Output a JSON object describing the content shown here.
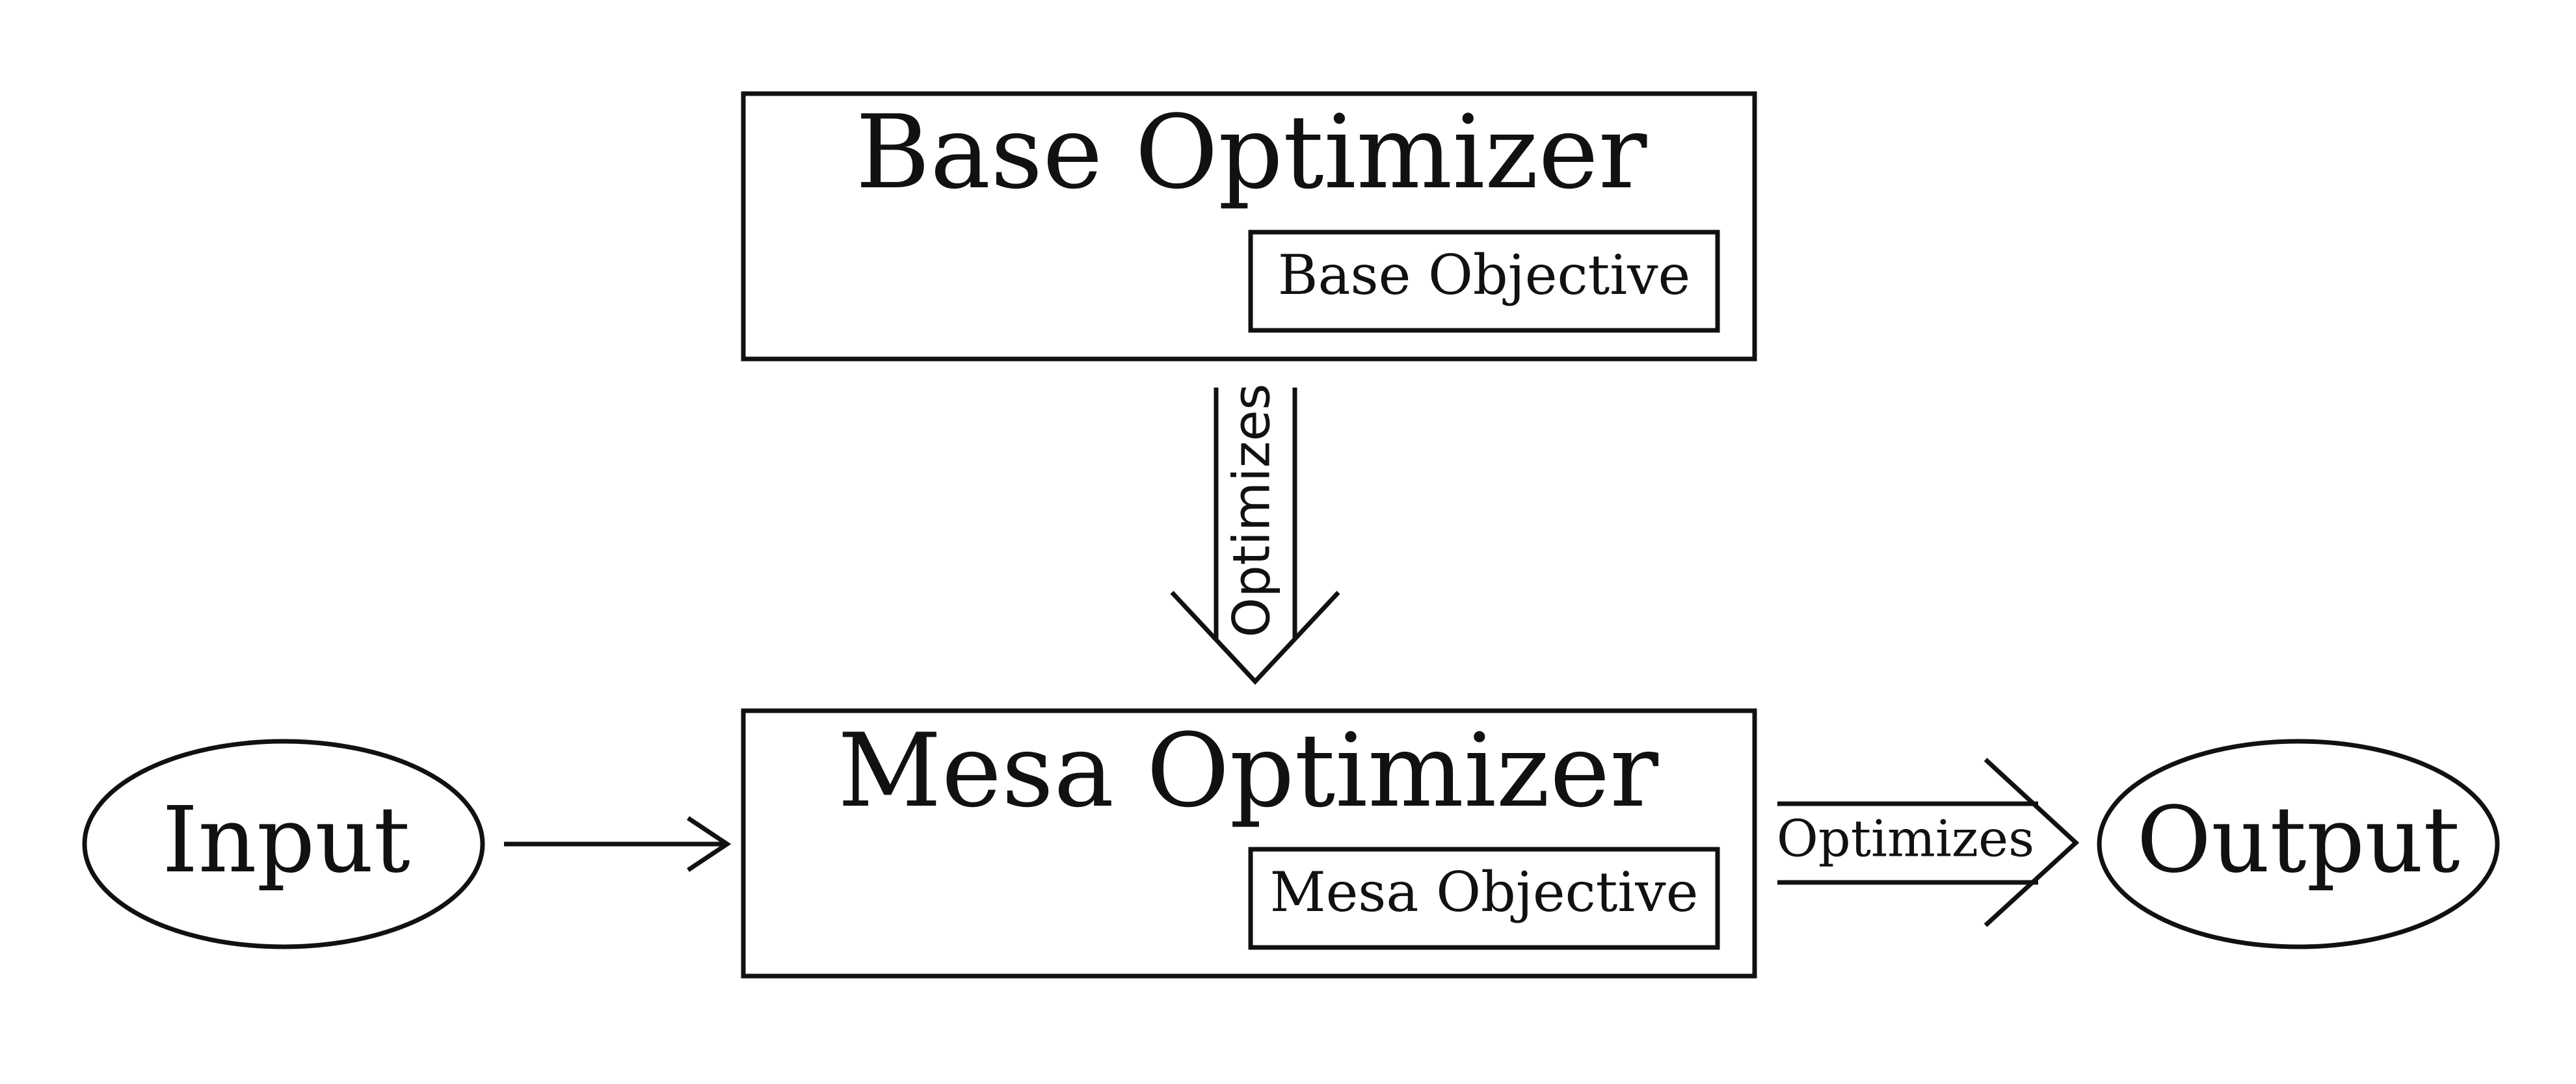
{
  "diagram": {
    "base_optimizer": {
      "title": "Base Optimizer",
      "objective": "Base Objective"
    },
    "mesa_optimizer": {
      "title": "Mesa Optimizer",
      "objective": "Mesa Objective"
    },
    "input": {
      "label": "Input"
    },
    "output": {
      "label": "Output"
    },
    "arrows": {
      "base_to_mesa_label": "Optimizes",
      "mesa_to_output_label": "Optimizes"
    },
    "colors": {
      "stroke": "#111111",
      "text": "#111111",
      "background": "#ffffff"
    }
  }
}
